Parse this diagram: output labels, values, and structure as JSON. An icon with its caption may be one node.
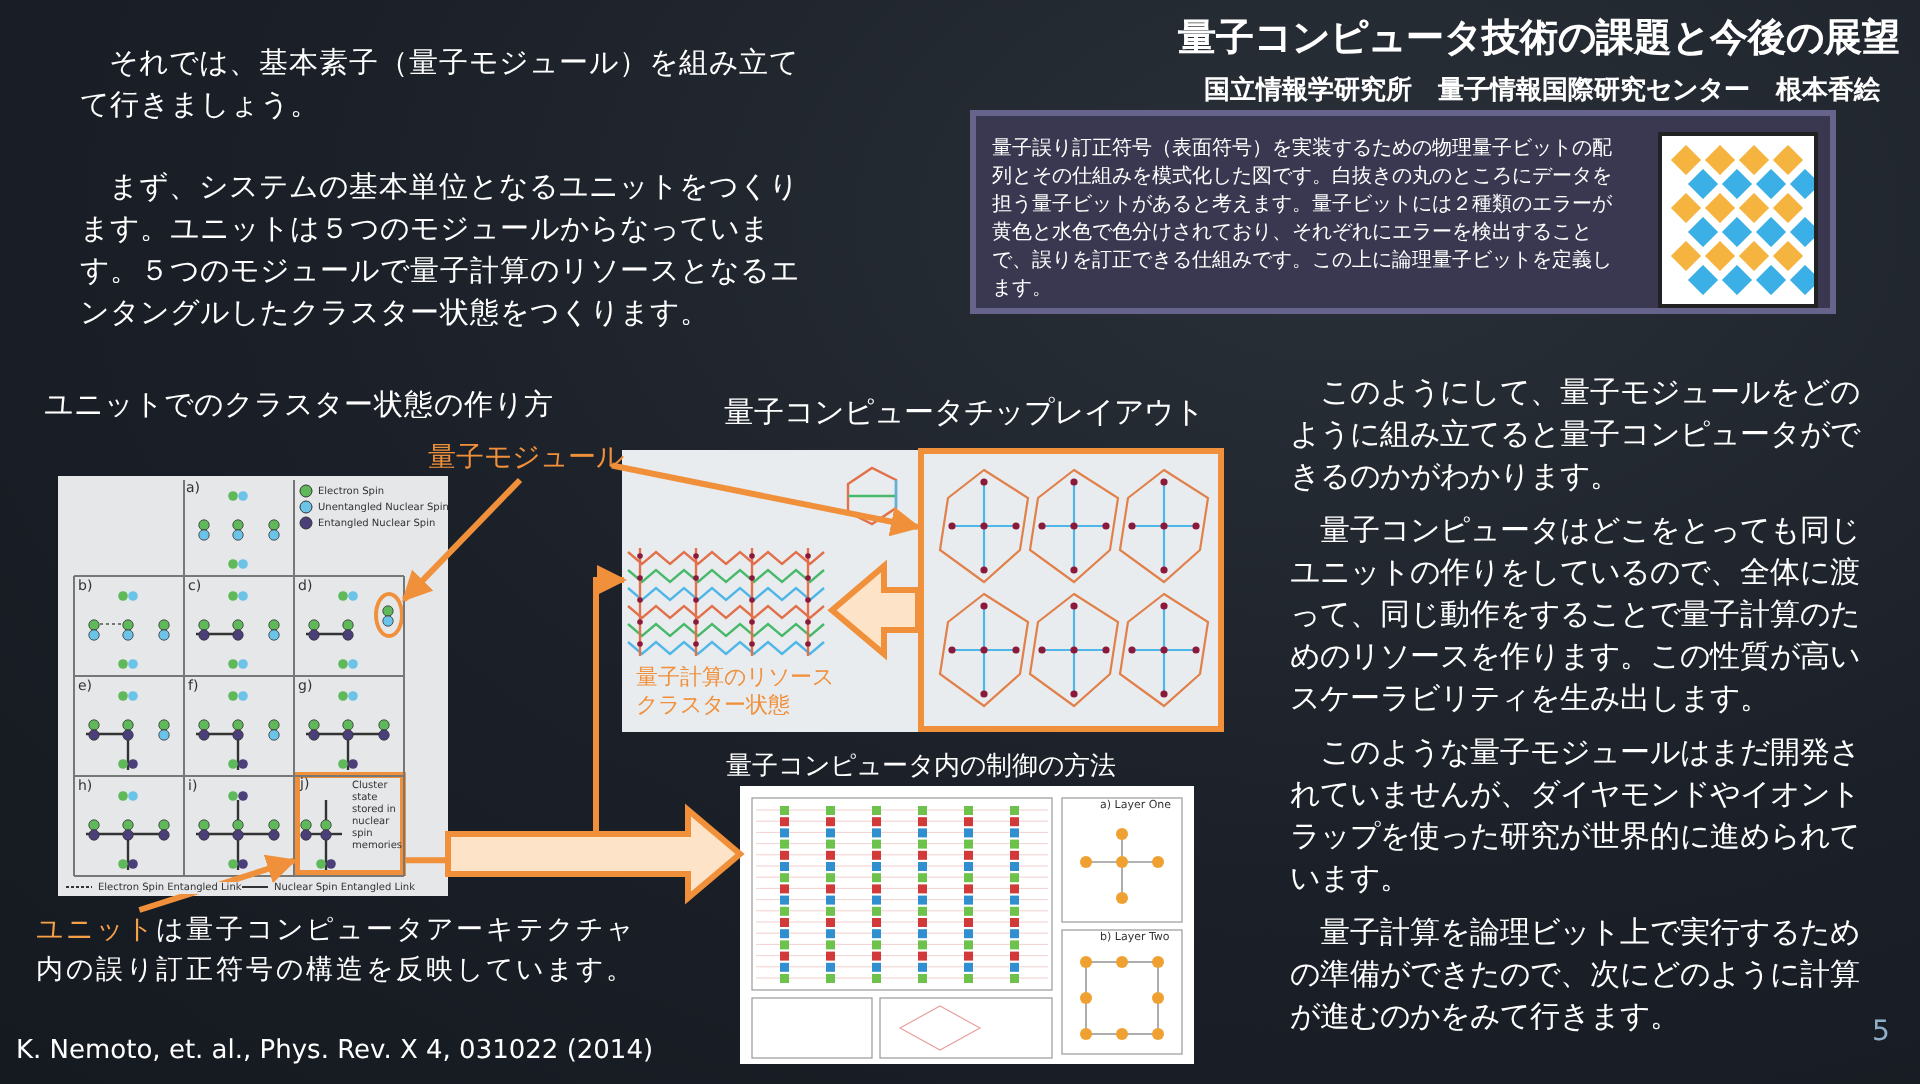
{
  "diagram": {
    "title": "量子コンピュータ技術の課題と今後の展望",
    "nodes": [
      {
        "text": [
          "量子モジュール"
        ]
      },
      {
        "text": [],
        "shape": "circle",
        "in": 7
      },
      {
        "text": [],
        "shape": "box",
        "in": 5
      },
      {
        "text": [
          "**ユニット**は量子コンピュータアーキテクチャ内の誤り訂正符号の構造を反映しています。"
        ]
      },
      {
        "text": [
          "j)",
          "Cluster state stored in nuclear spin memories"
        ],
        "in": 7
      },
      {
        "text": [
          "量子コンピュータチップレイアウト"
        ]
      },
      {
        "text": [
          "量子計算のリソースクラスター状態"
        ],
        "in": 5
      },
      {
        "text": [
          "ユニットでのクラスター状態の作り方"
        ]
      },
      {
        "text": [
          "量子コンピュータ内の制御の方法"
        ]
      },
      {
        "text": [
          "量子誤り訂正符号（表面符号）を実装するための物理量子ビットの配列とその仕組みを模式化した図です。白抜きの丸のところにデータを担う量子ビットがあると考えます。量子ビットには２種類のエラーが黄色と水色で色分けされており、それぞれにエラーを検出することで、誤りを訂正できる仕組みです。この上に論理量子ビットを定義します。"
        ]
      },
      {
        "text": [],
        "shape": "picture",
        "in": 9
      }
    ],
    "edges": [
      {
        "from": 0,
        "to": 1,
        "arrow": "to"
      },
      {
        "from": 0,
        "to": 2,
        "arrow": "to"
      },
      {
        "from": 3,
        "to": 4,
        "arrow": "to"
      },
      {
        "from": 4,
        "to": 6,
        "arrow": "to"
      },
      {
        "from": 2,
        "to": 6,
        "arrow": "to",
        "style": "thick"
      },
      {
        "from": 7,
        "to": 8,
        "arrow": "to",
        "style": "thick"
      }
    ],
    "labels": [
      "それでは、基本素子（量子モジュール）を組み立てて行きましょう。",
      "まず、システムの基本単位となるユニットをつくります。ユニットは５つのモジュールからなっています。５つのモジュールで量子計算のリソースとなるエンタングルしたクラスター状態をつくります。",
      "国立情報学研究所　量子情報国際研究センター　根本香絵",
      "a)",
      "b)",
      "c)",
      "d)",
      "e)",
      "f)",
      "g)",
      "h)",
      "i)",
      "a) Layer One",
      "b) Layer Two",
      "このようにして、量子モジュールをどのように組み立てると量子コンピュータができるのかがわかります。",
      "量子コンピュータはどこをとっても同じユニットの作りをしているので、全体に渡って、同じ動作をすることで量子計算のためのリソースを作ります。この性質が高いスケーラビリティを生み出します。",
      "このような量子モジュールはまだ開発されていませんが、ダイヤモンドやイオントラップを使った研究が世界的に進められています。",
      "量子計算を論理ビット上で実行するための準備ができたので、次にどのように計算が進むのかをみて行きます。",
      "K. Nemoto, et. al., Phys. Rev. X 4, 031022 (2014)",
      "5"
    ],
    "legend": [
      {
        "text": "Electron Spin"
      },
      {
        "text": "Unentangled Nuclear Spin"
      },
      {
        "text": "Entangled Nuclear Spin"
      },
      {
        "text": "Electron Spin Entangled Link"
      },
      {
        "text": "Nuclear Spin Entangled Link"
      }
    ]
  }
}
